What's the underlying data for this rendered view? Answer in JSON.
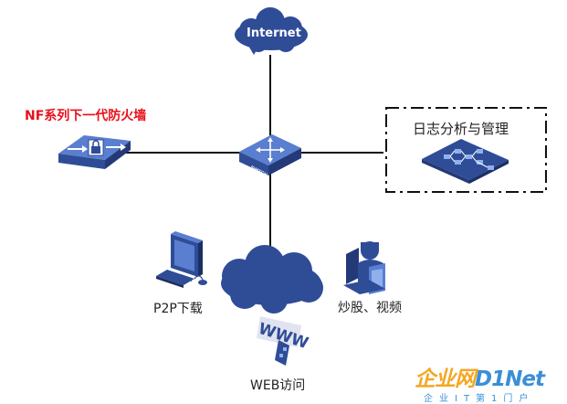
{
  "internet_label": "Internet",
  "firewall_label": "NF系列下一代防火墙",
  "management_label": "日志分析与管理",
  "switch_label": "SWITCH",
  "p2p_label": "P2P下载",
  "stock_video_label": "炒股、视频",
  "web_label": "WEB访问",
  "www_text": "WWW",
  "watermark": {
    "part1": "企业",
    "part2": "网",
    "part3": "D1Net",
    "subtitle": "企业IT第1门户"
  },
  "colors": {
    "accent_red": "#e8101a",
    "device_blue": "#2f4c97",
    "device_light": "#5a7ed0",
    "cloud": "#2f4c97"
  }
}
